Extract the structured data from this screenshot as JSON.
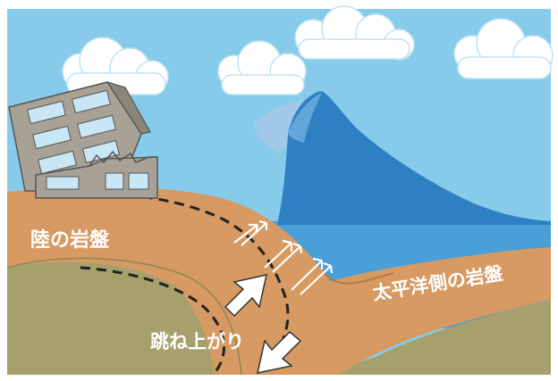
{
  "labels": {
    "continental_plate": "陸の岩盤",
    "pacific_plate": "太平洋側の岩盤",
    "rebound": "跳ね上がり"
  },
  "colors": {
    "sky": "#86cbea",
    "ocean": "#4a9fd8",
    "tsunami": "#2f7fc3",
    "continental_crust": "#d69a62",
    "deep_earth": "#a6a06c",
    "building": "#a8a195",
    "window": "#c9e6f5"
  },
  "icons": [
    "cloud-icon",
    "collapsed-building-icon",
    "tsunami-wave-icon",
    "upward-arrow-icon",
    "downward-arrow-icon"
  ]
}
